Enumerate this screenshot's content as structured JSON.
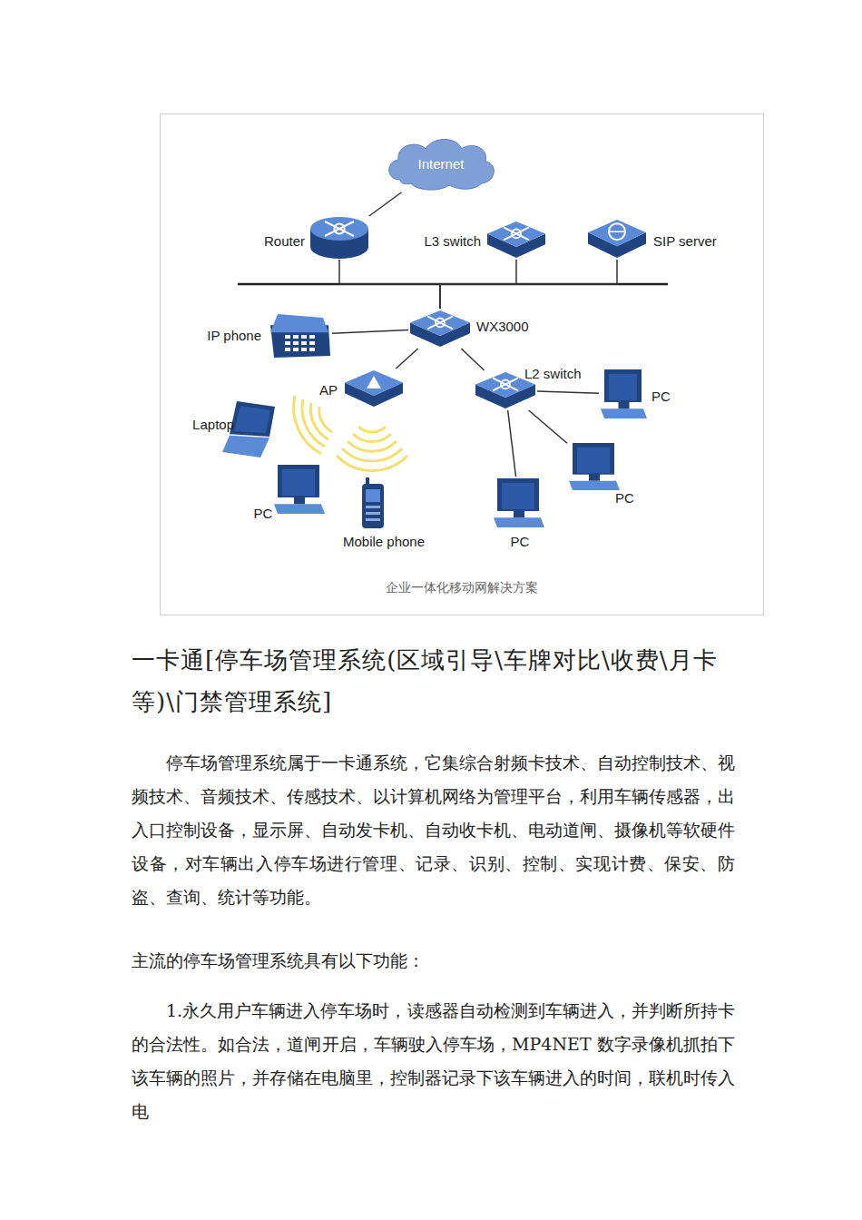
{
  "diagram": {
    "title": "一卡通[停车场管理系统(区域引导\\车牌对比\\收费\\月卡等)\\门禁管理系统]",
    "caption": "企业一体化移动网解决方案",
    "nodes": [
      {
        "text": [
          "Internet"
        ]
      },
      {
        "text": [
          "Router"
        ]
      },
      {
        "text": [
          "L3 switch"
        ]
      },
      {
        "text": [
          "SIP server"
        ]
      },
      {
        "text": [
          "IP phone"
        ]
      },
      {
        "text": [
          "WX3000"
        ]
      },
      {
        "text": [
          "AP"
        ]
      },
      {
        "text": [
          "L2 switch"
        ]
      },
      {
        "text": [
          "PC"
        ]
      },
      {
        "text": [
          "Laptop"
        ]
      },
      {
        "text": [
          "PC"
        ]
      },
      {
        "text": [
          "Mobile phone"
        ]
      },
      {
        "text": [
          "PC"
        ]
      },
      {
        "text": [
          "PC"
        ]
      }
    ],
    "edges": [
      {
        "from": 0,
        "to": 1,
        "arrow": "none"
      },
      {
        "from": 1,
        "to": 5,
        "arrow": "none"
      },
      {
        "from": 2,
        "to": 5,
        "arrow": "none"
      },
      {
        "from": 3,
        "to": 5,
        "arrow": "none"
      },
      {
        "from": 5,
        "to": 4,
        "arrow": "none"
      },
      {
        "from": 5,
        "to": 6,
        "arrow": "none"
      },
      {
        "from": 5,
        "to": 7,
        "arrow": "none"
      },
      {
        "from": 7,
        "to": 8,
        "arrow": "none"
      },
      {
        "from": 7,
        "to": 12,
        "arrow": "none"
      },
      {
        "from": 7,
        "to": 13,
        "arrow": "none"
      }
    ],
    "labels": [
      "停车场管理系统属于一卡通系统，它集综合射频卡技术、自动控制技术、视频技术、音频技术、传感技术、以计算机网络为管理平台，利用车辆传感器，出入口控制设备，显示屏、自动发卡机、自动收卡机、电动道闸、摄像机等软硬件设备，对车辆出入停车场进行管理、记录、识别、控制、实现计费、保安、防盗、查询、统计等功能。",
      "主流的停车场管理系统具有以下功能：",
      "1.永久用户车辆进入停车场时，读感器自动检测到车辆进入，并判断所持卡的合法性。如合法，道闸开启，车辆驶入停车场，MP4NET 数字录像机抓拍下该车辆的照片，并存储在电脑里，控制器记录下该车辆进入的时间，联机时传入电"
    ]
  }
}
